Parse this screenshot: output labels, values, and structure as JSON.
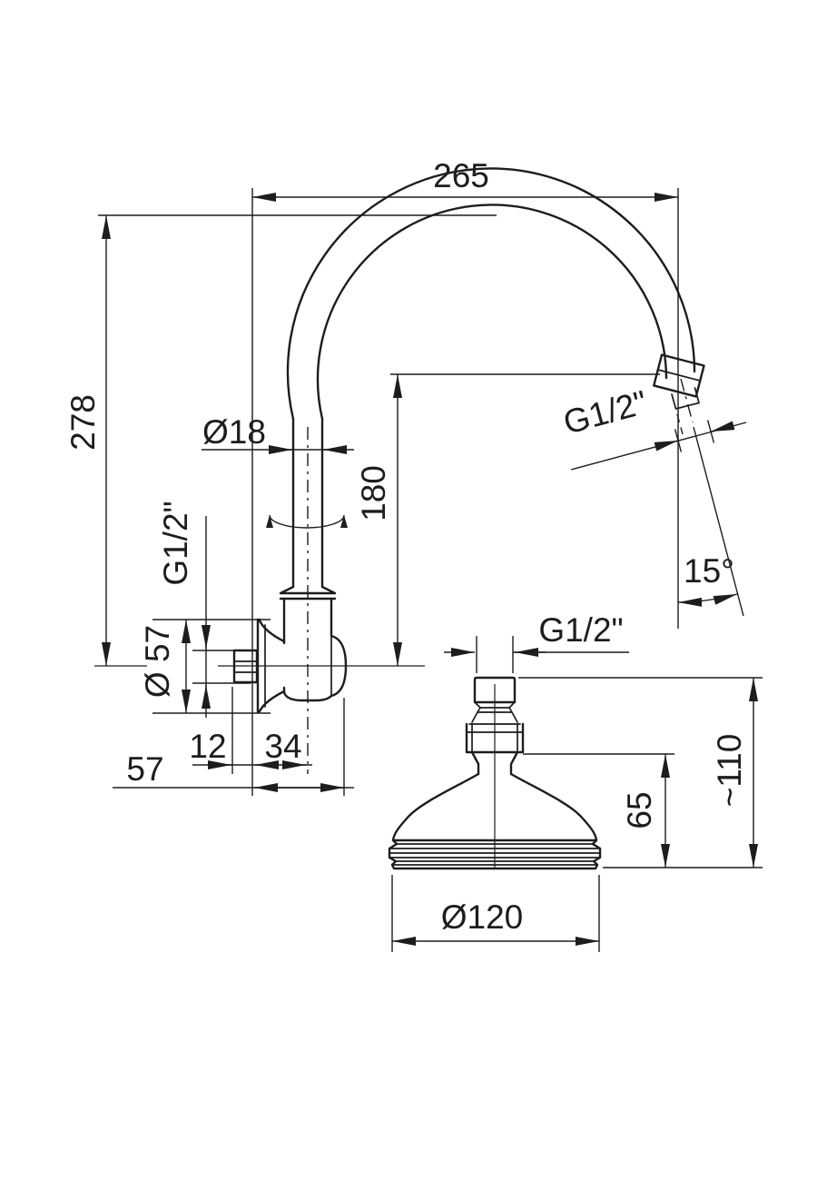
{
  "drawing": {
    "kind": "dimensional technical drawing",
    "subject": "wall-mounted gooseneck shower arm with traditional shower head",
    "units": "mm",
    "line_color": "#1d1d1b",
    "background_color": "#ffffff"
  },
  "dims": {
    "arm_projection": {
      "label": "265"
    },
    "arm_height": {
      "label": "278"
    },
    "arm_tube_diameter": {
      "label": "Ø18"
    },
    "outlet_height": {
      "label": "180"
    },
    "outlet_thread": {
      "label": "G1/2\""
    },
    "outlet_angle": {
      "label": "15°"
    },
    "wall_thread": {
      "label": "G1/2\""
    },
    "flange_diameter": {
      "label": "Ø 57"
    },
    "nut_to_wall": {
      "label": "12"
    },
    "wall_to_axis": {
      "label": "34"
    },
    "fitting_depth": {
      "label": "57"
    },
    "head_thread": {
      "label": "G1/2\""
    },
    "head_bell_height": {
      "label": "65"
    },
    "head_total_height": {
      "label": "~110"
    },
    "head_diameter": {
      "label": "Ø120"
    }
  }
}
